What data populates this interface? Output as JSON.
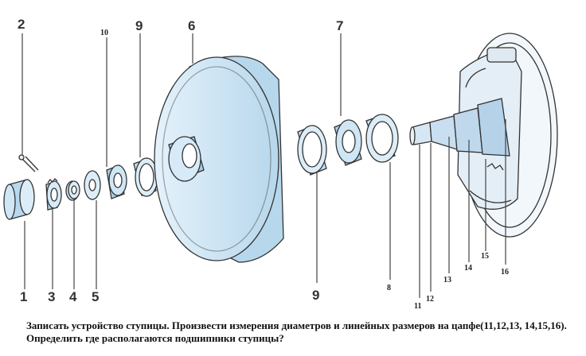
{
  "labels": {
    "p1": "1",
    "p2": "2",
    "p3": "3",
    "p4": "4",
    "p5": "5",
    "p6": "6",
    "p7": "7",
    "p8": "8",
    "p9a": "9",
    "p9b": "9",
    "p10": "10",
    "p11": "11",
    "p12": "12",
    "p13": "13",
    "p14": "14",
    "p15": "15",
    "p16": "16"
  },
  "caption": "Записать устройство ступицы. Произвести измерения диаметров и линейных размеров на цапфе(11,12,13, 14,15,16). Определить где располагаются подшипники ступицы?",
  "colors": {
    "part_fill": "#cfe6f5",
    "part_dark": "#9fc6df",
    "outline": "#333333"
  }
}
